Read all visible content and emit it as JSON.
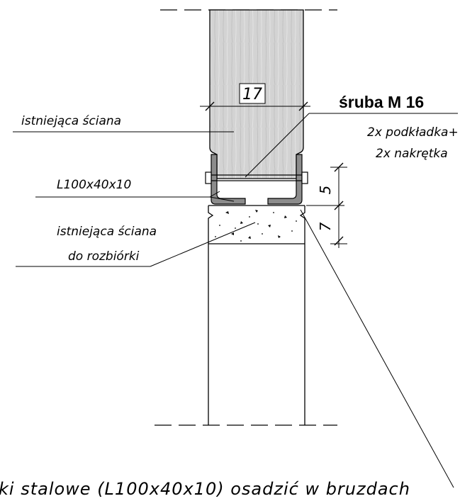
{
  "labels": {
    "existing_wall": "istniejąca ściana",
    "angle_profile": "L100x40x10",
    "existing_wall_demolition_line1": "istniejąca ściana",
    "existing_wall_demolition_line2": "do rozbiórki",
    "bolt_title": "śruba M 16",
    "bolt_note_line1": "2x podkładka+",
    "bolt_note_line2": "2x nakrętka",
    "bottom_note": "ki stalowe (L100x40x10) osadzić w bruzdach"
  },
  "dimensions": {
    "wall_thickness": "17",
    "upper_gap": "5",
    "lower_gap": "7"
  },
  "colors": {
    "line": "#000000",
    "wall_fill": "#d3d3d3",
    "steel_fill": "#8c8c8c",
    "background": "#ffffff"
  }
}
